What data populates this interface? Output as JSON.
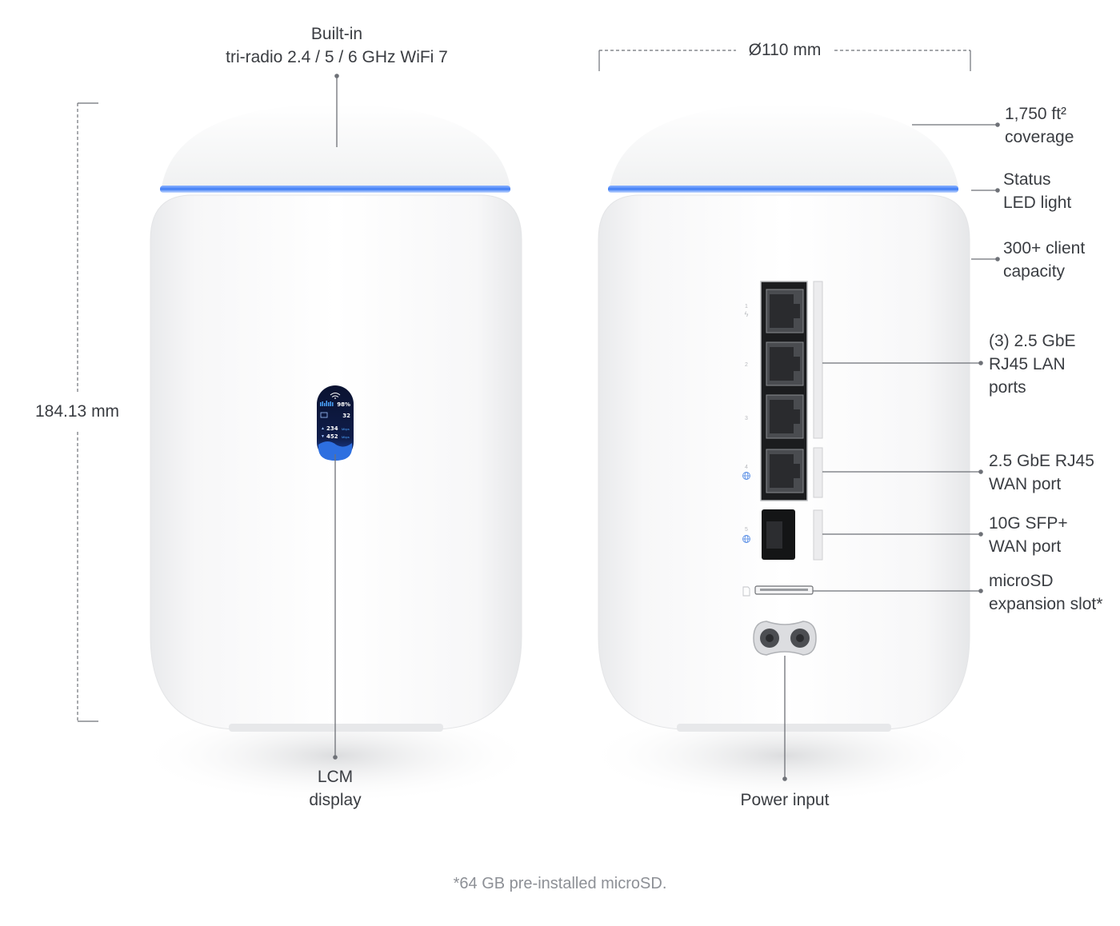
{
  "labels": {
    "wifi": [
      "Built-in",
      "tri-radio 2.4 / 5 / 6 GHz WiFi 7"
    ],
    "diameter": "Ø110 mm",
    "height": "184.13 mm",
    "coverage": [
      "1,750 ft²",
      "coverage"
    ],
    "status_led": [
      "Status",
      "LED light"
    ],
    "clients": [
      "300+ client",
      "capacity"
    ],
    "lan_ports": [
      "(3) 2.5 GbE",
      "RJ45 LAN",
      "ports"
    ],
    "wan_rj45": [
      "2.5 GbE RJ45",
      "WAN port"
    ],
    "sfp": [
      "10G SFP+",
      "WAN port"
    ],
    "microsd": [
      "microSD",
      "expansion slot*"
    ],
    "lcm": [
      "LCM",
      "display"
    ],
    "power": "Power input"
  },
  "lcm_screen": {
    "signal": "98%",
    "clients": "32",
    "down": "234",
    "up": "452",
    "unit": "Mbps"
  },
  "port_numbers": [
    "1",
    "2",
    "3",
    "4",
    "5"
  ],
  "colors": {
    "led": "#3d7cf5",
    "body": "#ffffff",
    "text": "#3a3d42",
    "line": "#6e7177"
  },
  "footnote": "*64 GB pre-installed microSD."
}
